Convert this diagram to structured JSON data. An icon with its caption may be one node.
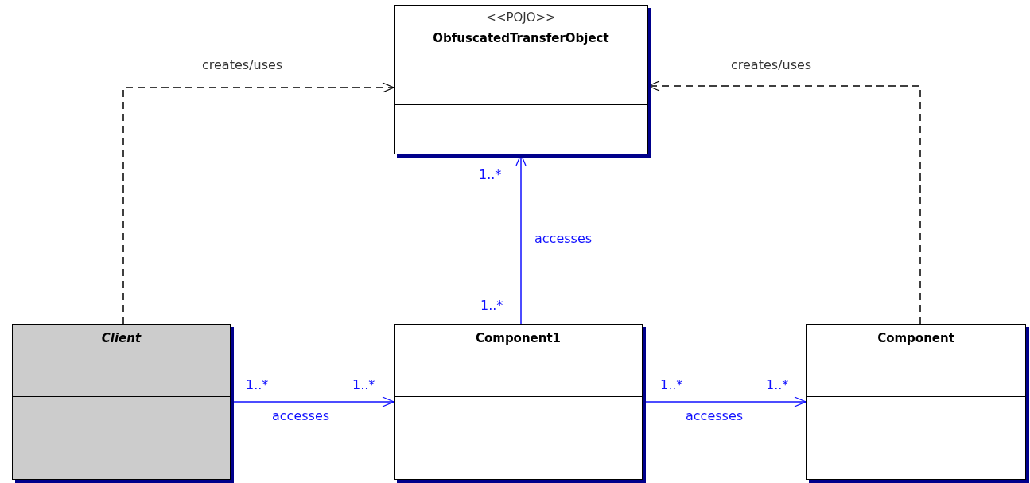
{
  "diagram": {
    "nodes": [
      {
        "text": [
          "<<POJO>>",
          "ObfuscatedTransferObject"
        ]
      },
      {
        "text": [
          "Client"
        ]
      },
      {
        "text": [
          "Component1"
        ]
      },
      {
        "text": [
          "Component"
        ]
      }
    ],
    "edges": [
      {
        "from": 1,
        "to": 0,
        "arrow": "to",
        "label": "creates/uses",
        "style": "dashed",
        "color": "#000000"
      },
      {
        "from": 3,
        "to": 0,
        "arrow": "to",
        "label": "creates/uses",
        "style": "dashed",
        "color": "#000000"
      },
      {
        "from": 2,
        "to": 0,
        "arrow": "to",
        "label": "accesses"
      },
      {
        "from": 1,
        "to": 2,
        "arrow": "to",
        "label": "accesses"
      },
      {
        "from": 2,
        "to": 3,
        "arrow": "to",
        "label": "accesses"
      }
    ],
    "labels": [
      "1..*",
      "1..*",
      "1..*",
      "1..*",
      "1..*",
      "1..*"
    ]
  }
}
